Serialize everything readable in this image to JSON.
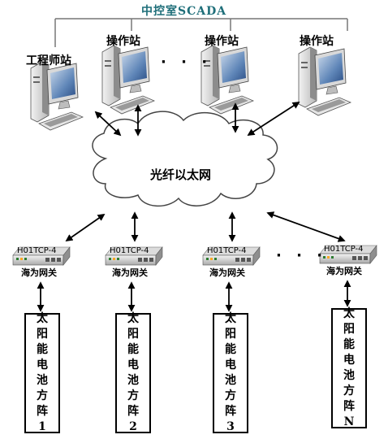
{
  "control_room_title": "中控室SCADA",
  "engineer_station": "工程师站",
  "operator_stations": [
    "操作站",
    "操作站",
    "操作站"
  ],
  "network_label": "光纤以太网",
  "ellipsis": "· · ·",
  "gateways": [
    {
      "model": "H01TCP-4",
      "brand": "海为网关"
    },
    {
      "model": "H01TCP-4",
      "brand": "海为网关"
    },
    {
      "model": "H01TCP-4",
      "brand": "海为网关"
    },
    {
      "model": "H01TCP-4",
      "brand": "海为网关"
    }
  ],
  "arrays": [
    {
      "chars": [
        "太",
        "阳",
        "能",
        "电",
        "池",
        "方",
        "阵",
        "1"
      ]
    },
    {
      "chars": [
        "太",
        "阳",
        "能",
        "电",
        "池",
        "方",
        "阵",
        "2"
      ]
    },
    {
      "chars": [
        "太",
        "阳",
        "能",
        "电",
        "池",
        "方",
        "阵",
        "3"
      ]
    },
    {
      "chars": [
        "太",
        "阳",
        "能",
        "电",
        "池",
        "方",
        "阵",
        "N"
      ]
    }
  ]
}
